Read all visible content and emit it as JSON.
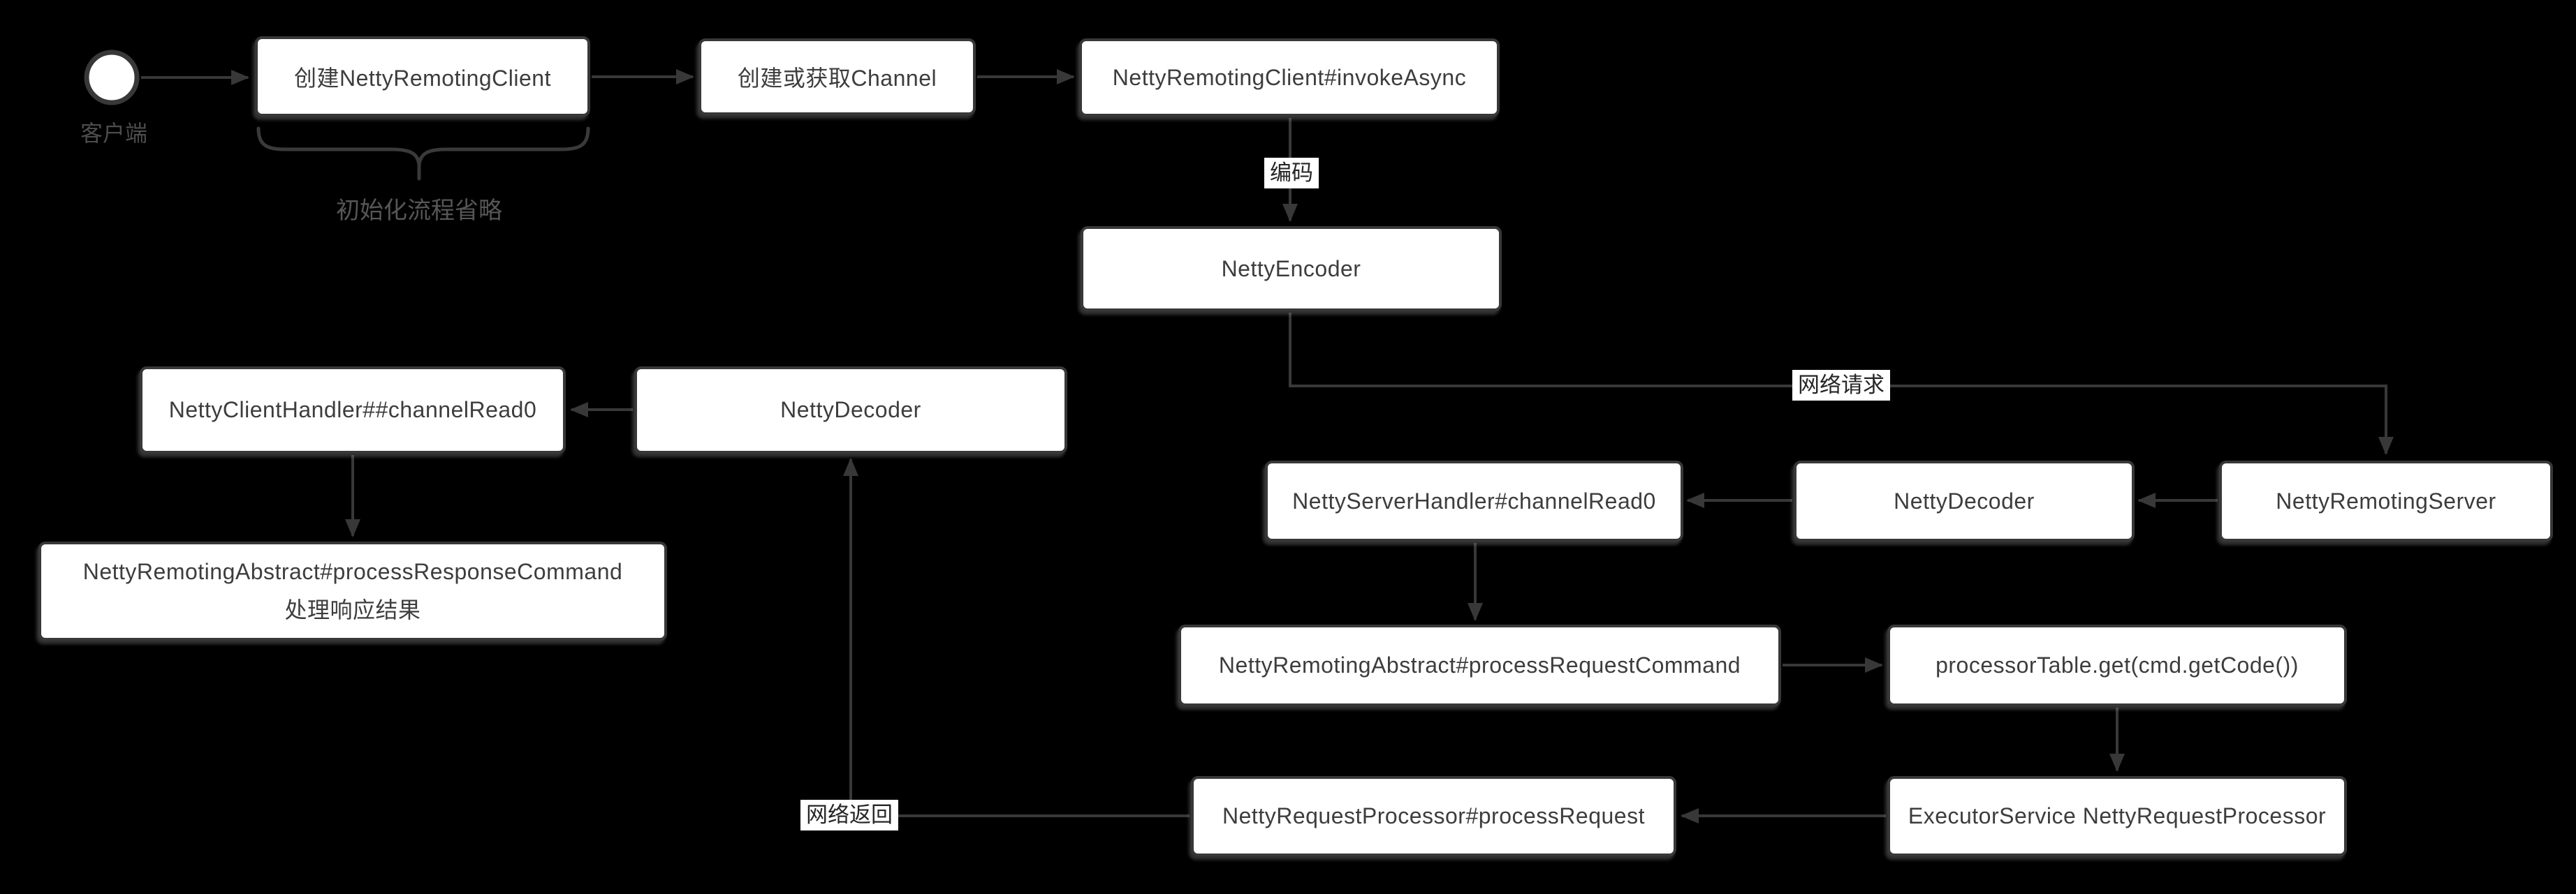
{
  "diagram": {
    "start_label": "客户端",
    "brace_label": "初始化流程省略",
    "labels": {
      "encode": "编码",
      "network_request": "网络请求",
      "network_return": "网络返回"
    },
    "nodes": [
      {
        "id": "create-client",
        "label": "创建NettyRemotingClient"
      },
      {
        "id": "get-channel",
        "label": "创建或获取Channel"
      },
      {
        "id": "invoke-async",
        "label": "NettyRemotingClient#invokeAsync"
      },
      {
        "id": "netty-encoder",
        "label": "NettyEncoder"
      },
      {
        "id": "remoting-server",
        "label": "NettyRemotingServer"
      },
      {
        "id": "server-decoder",
        "label": "NettyDecoder"
      },
      {
        "id": "server-handler",
        "label": "NettyServerHandler#channelRead0"
      },
      {
        "id": "process-request-command",
        "label": "NettyRemotingAbstract#processRequestCommand"
      },
      {
        "id": "processor-table",
        "label": "processorTable.get(cmd.getCode())"
      },
      {
        "id": "executor-service",
        "label": "ExecutorService NettyRequestProcessor"
      },
      {
        "id": "process-request",
        "label": "NettyRequestProcessor#processRequest"
      },
      {
        "id": "client-decoder",
        "label": "NettyDecoder"
      },
      {
        "id": "client-handler",
        "label": "NettyClientHandler##channelRead0"
      },
      {
        "id": "process-response-command",
        "label": "NettyRemotingAbstract#processResponseCommand",
        "sublabel": "处理响应结果"
      }
    ],
    "colors": {
      "background": "#000000",
      "node_fill": "#ffffff",
      "node_border": "#383838",
      "node_text": "#3d3d3d",
      "connector": "#383838",
      "edge_label_bg": "#ffffff",
      "edge_label_text": "#262626",
      "muted_label_text": "#565656"
    }
  }
}
